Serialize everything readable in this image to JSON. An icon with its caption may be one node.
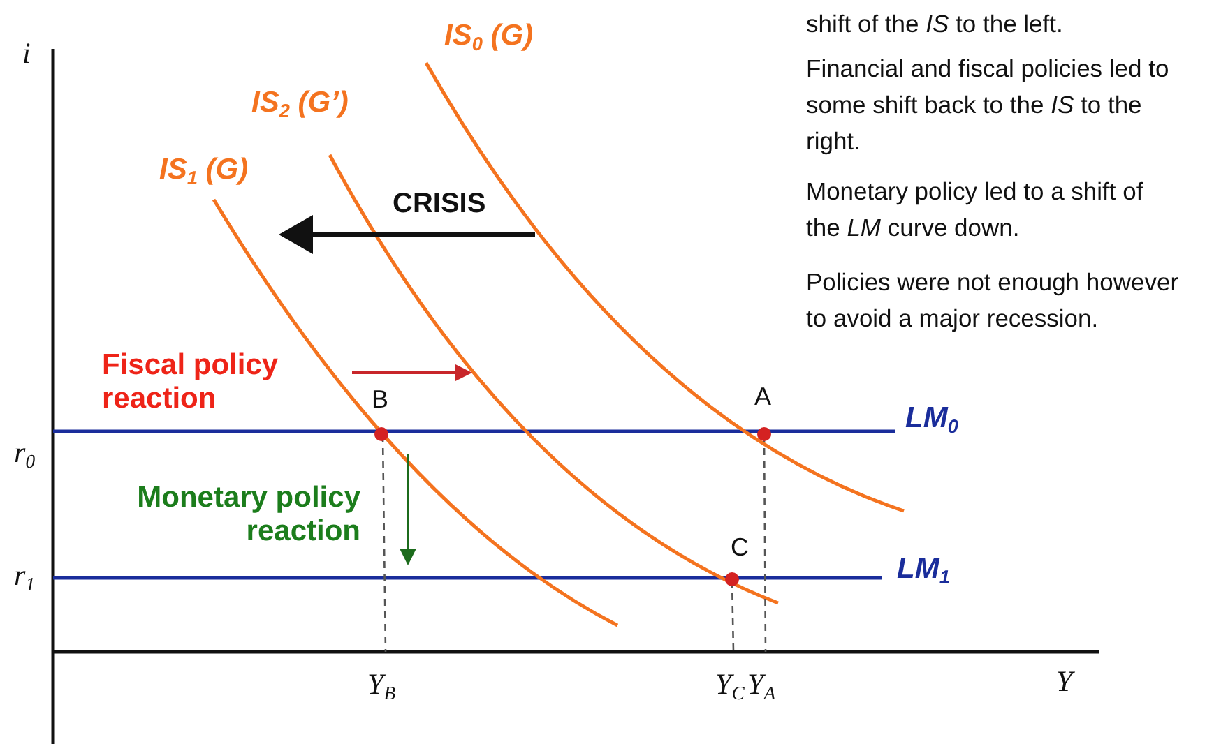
{
  "diagram": {
    "labels": [
      "shift of the *IS* to the left.",
      "Financial and fiscal policies led to some shift back to the *IS* to the right.",
      "Monetary policy led to a shift of the *LM* curve down.",
      "Policies were not enough however to avoid a major recession.",
      "i",
      "IS$_{0}$ (G)",
      "IS$_{2}$ (G’)",
      "IS$_{1}$ (G)",
      "CRISIS",
      "Fiscal policy reaction",
      "B",
      "A",
      "LM$_{0}$",
      "r$_{0}$",
      "Monetary policy reaction",
      "C",
      "r$_{1}$",
      "LM$_{1}$",
      "Y$_{B}$",
      "Y$_{C}$",
      "Y$_{A}$",
      "Y"
    ]
  }
}
